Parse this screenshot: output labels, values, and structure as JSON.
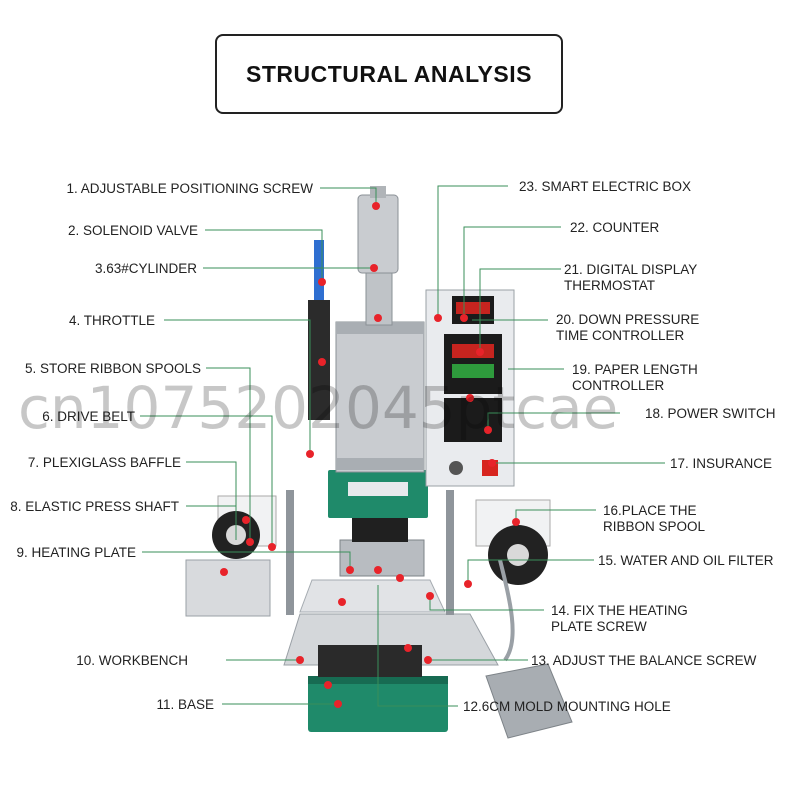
{
  "title": "STRUCTURAL ANALYSIS",
  "watermark": "cn1075202045ptcae",
  "colors": {
    "leader_line": "#3a8f5a",
    "marker_dot": "#e8232a",
    "machine_green": "#1f8a6a",
    "machine_metal": "#c9ccd0"
  },
  "labels_left": [
    {
      "id": "1",
      "text": "1. ADJUSTABLE POSITIONING SCREW"
    },
    {
      "id": "2",
      "text": "2. SOLENOID VALVE"
    },
    {
      "id": "3",
      "text": "3.63#CYLINDER"
    },
    {
      "id": "4",
      "text": "4. THROTTLE"
    },
    {
      "id": "5",
      "text": "5. STORE RIBBON SPOOLS"
    },
    {
      "id": "6",
      "text": "6. DRIVE BELT"
    },
    {
      "id": "7",
      "text": "7. PLEXIGLASS BAFFLE"
    },
    {
      "id": "8",
      "text": "8. ELASTIC PRESS SHAFT"
    },
    {
      "id": "9",
      "text": "9. HEATING PLATE"
    },
    {
      "id": "10",
      "text": "10. WORKBENCH"
    },
    {
      "id": "11",
      "text": "11. BASE"
    }
  ],
  "labels_right": [
    {
      "id": "23",
      "lines": [
        "23. SMART ELECTRIC BOX"
      ]
    },
    {
      "id": "22",
      "lines": [
        "22. COUNTER"
      ]
    },
    {
      "id": "21",
      "lines": [
        "21. DIGITAL DISPLAY",
        "THERMOSTAT"
      ]
    },
    {
      "id": "20",
      "lines": [
        "20. DOWN PRESSURE",
        "TIME CONTROLLER"
      ]
    },
    {
      "id": "19",
      "lines": [
        "19. PAPER LENGTH",
        "CONTROLLER"
      ]
    },
    {
      "id": "18",
      "lines": [
        "18. POWER SWITCH"
      ]
    },
    {
      "id": "17",
      "lines": [
        "17. INSURANCE"
      ]
    },
    {
      "id": "16",
      "lines": [
        "16.PLACE THE",
        "RIBBON SPOOL"
      ]
    },
    {
      "id": "15",
      "lines": [
        "15. WATER AND OIL FILTER"
      ]
    },
    {
      "id": "14",
      "lines": [
        "14. FIX THE HEATING",
        "PLATE SCREW"
      ]
    },
    {
      "id": "13",
      "lines": [
        "13. ADJUST THE BALANCE SCREW"
      ]
    },
    {
      "id": "12",
      "lines": [
        "12.6CM MOLD MOUNTING HOLE"
      ]
    }
  ]
}
